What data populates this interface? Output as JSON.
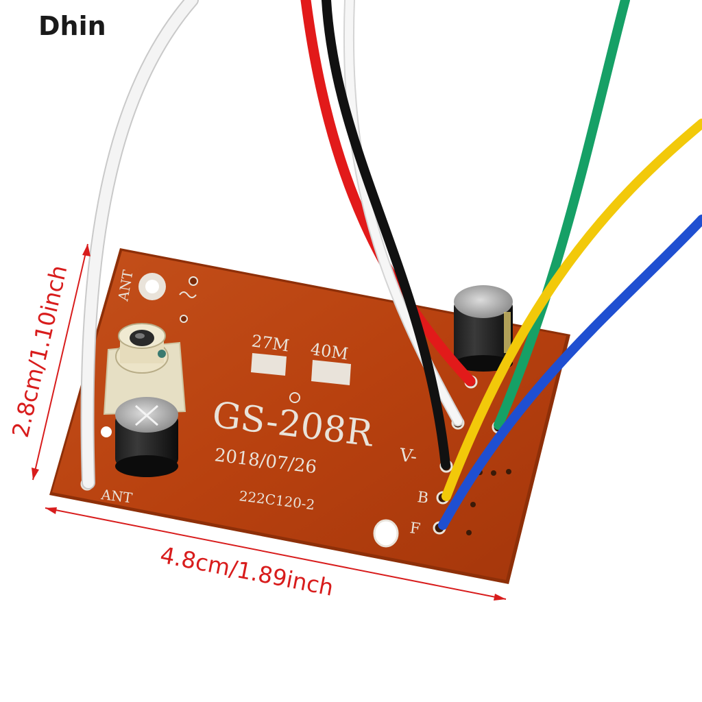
{
  "brand": "Dhin",
  "board": {
    "model": "GS-208R",
    "date": "2018/07/26",
    "code": "222C120-2",
    "freq_left": "27M",
    "freq_right": "40M",
    "ant_top": "ANT",
    "ant_bottom": "ANT",
    "pin_vminus": "V-",
    "pin_b": "B",
    "pin_f": "F"
  },
  "dimensions": {
    "height": "2.8cm/1.10inch",
    "width": "4.8cm/1.89inch"
  },
  "colors": {
    "pcb": "#b8410f",
    "pcb_edge": "#8e2f08",
    "dimension_line": "#d81c1c",
    "wire_white": "#f4f4f4",
    "wire_red": "#e21a1a",
    "wire_black": "#111111",
    "wire_green": "#16a066",
    "wire_yellow": "#f2c90a",
    "wire_blue": "#1f4fd1"
  },
  "wires": [
    "white",
    "red",
    "black",
    "white",
    "green",
    "yellow",
    "blue"
  ]
}
